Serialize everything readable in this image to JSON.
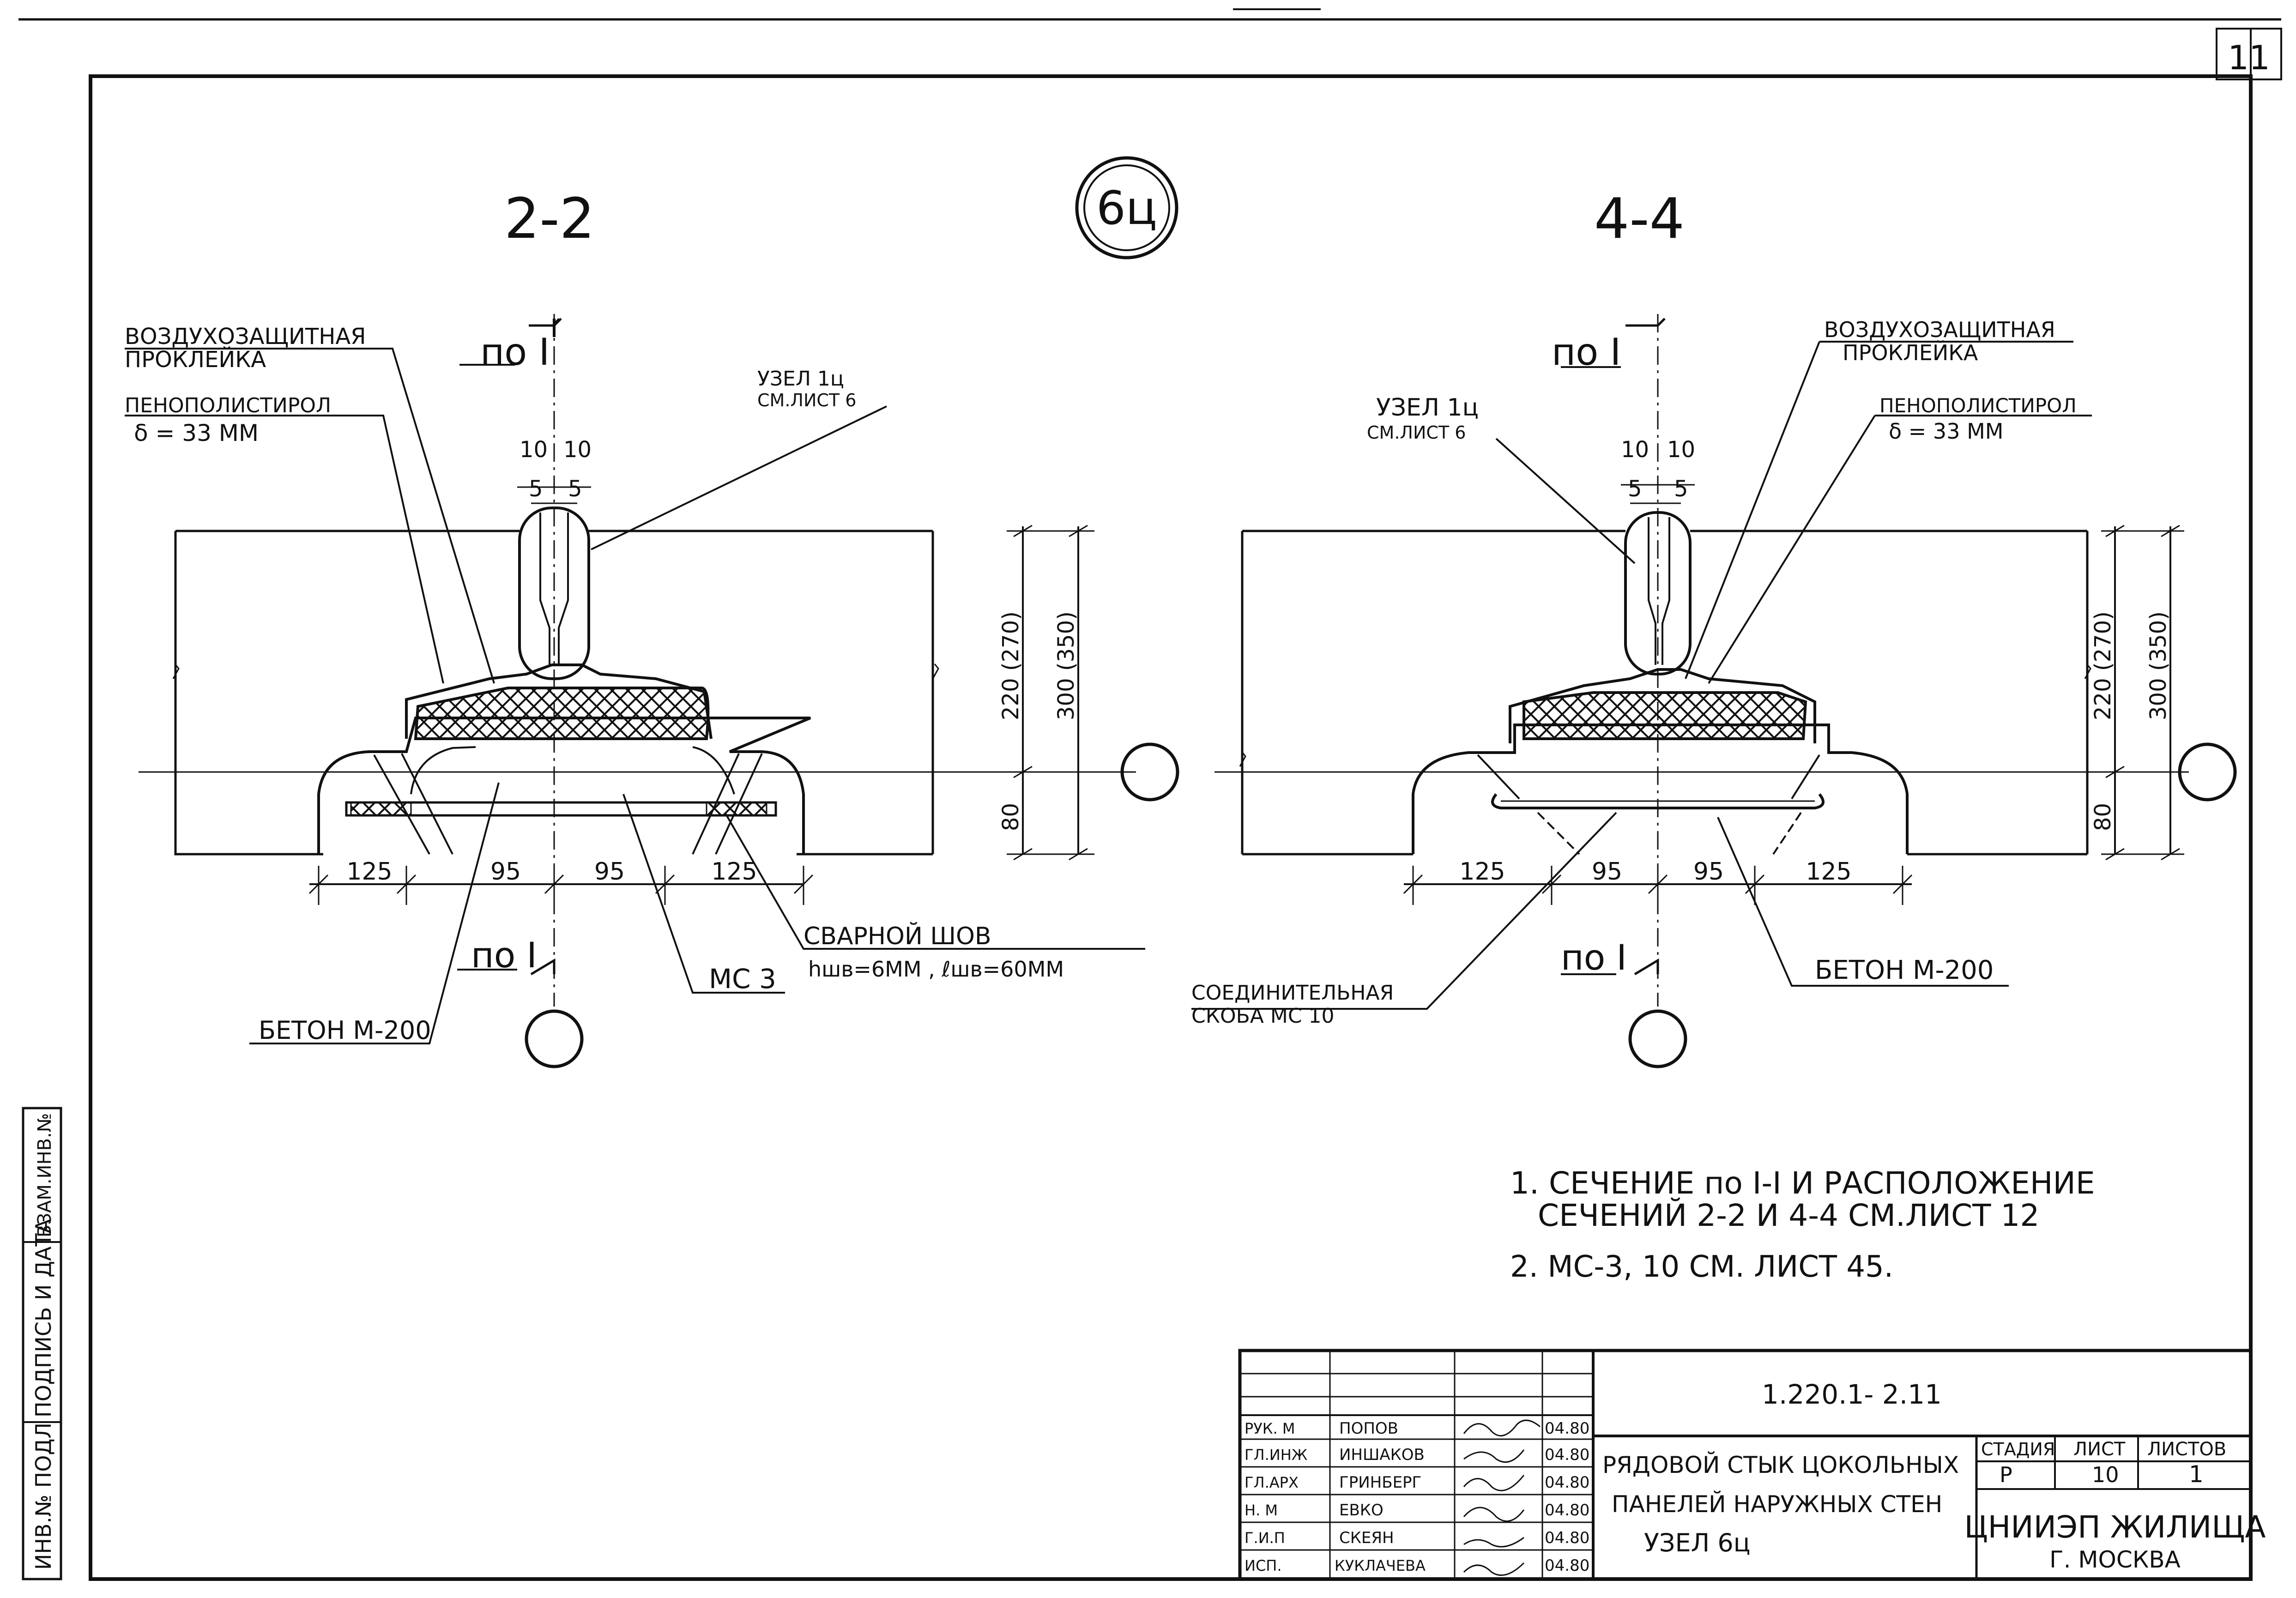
{
  "sheet": {
    "page_number": "11",
    "view_label_left": "2-2",
    "view_label_right": "4-4",
    "node_mark": "6ц",
    "side_stamp": {
      "inv_no": "ИНВ.№ ПОДЛ",
      "sign_date": "ПОДПИСЬ И ДАТА",
      "replace_inv": "ВЗАМ.ИНВ.№"
    }
  },
  "left_view": {
    "cut_top": "по I",
    "cut_bottom": "по I",
    "callout_airproof": [
      "ВОЗДУХОЗАЩИТНАЯ",
      "ПРОКЛЕЙКА"
    ],
    "callout_foam": [
      "ПЕНОПОЛИСТИРОЛ",
      "δ = 33 ММ"
    ],
    "callout_node": [
      "УЗЕЛ 1ц",
      "СМ.ЛИСТ 6"
    ],
    "callout_weld": [
      "СВАРНОЙ ШОВ",
      "hшв=6ММ , ℓшв=60ММ"
    ],
    "callout_ms": "МС 3",
    "callout_concrete": "БЕТОН М-200",
    "dim_top_outer": [
      "10",
      "10"
    ],
    "dim_top_inner": [
      "5",
      "5"
    ],
    "dim_bottom": [
      "125",
      "95",
      "95",
      "125"
    ],
    "dim_vertical": [
      "220 (270)",
      "300 (350)",
      "80"
    ]
  },
  "right_view": {
    "cut_top": "по I",
    "cut_bottom": "по I",
    "callout_airproof": [
      "ВОЗДУХОЗАЩИТНАЯ",
      "ПРОКЛЕЙКА"
    ],
    "callout_foam": [
      "ПЕНОПОЛИСТИРОЛ",
      "δ = 33 ММ"
    ],
    "callout_node": [
      "УЗЕЛ 1ц",
      "СМ.ЛИСТ 6"
    ],
    "callout_bracket": [
      "СОЕДИНИТЕЛЬНАЯ",
      "СКОБА  МС 10"
    ],
    "callout_concrete": "БЕТОН М-200",
    "dim_top_outer": [
      "10",
      "10"
    ],
    "dim_top_inner": [
      "5",
      "5"
    ],
    "dim_bottom": [
      "125",
      "95",
      "95",
      "125"
    ],
    "dim_vertical": [
      "220 (270)",
      "300 (350)",
      "80"
    ]
  },
  "notes": [
    "1. СЕЧЕНИЕ  по I-I  И РАСПОЛОЖЕНИЕ",
    "СЕЧЕНИЙ  2-2  И  4-4  СМ.ЛИСТ 12",
    "2. МС-3, 10  СМ. ЛИСТ 45."
  ],
  "title_block": {
    "doc_code": "1.220.1- 2.11",
    "title": [
      "РЯДОВОЙ  СТЫК  ЦОКОЛЬНЫХ",
      "ПАНЕЛЕЙ  НАРУЖНЫХ  СТЕН",
      "УЗЕЛ  6ц"
    ],
    "stage_header": "СТАДИЯ",
    "sheet_header": "ЛИСТ",
    "sheets_header": "ЛИСТОВ",
    "stage": "Р",
    "sheet": "10",
    "sheets": "1",
    "org": "ЦНИИЭП ЖИЛИЩА",
    "city": "Г. МОСКВА",
    "people": [
      {
        "role": "РУК. М",
        "name": "ПОПОВ",
        "date": "04.80"
      },
      {
        "role": "ГЛ.ИНЖ",
        "name": "ИНШАКОВ",
        "date": "04.80"
      },
      {
        "role": "ГЛ.АРХ",
        "name": "ГРИНБЕРГ",
        "date": "04.80"
      },
      {
        "role": "Н. М",
        "name": "ЕВКО",
        "date": "04.80"
      },
      {
        "role": "Г.И.П",
        "name": "СКЕЯН",
        "date": "04.80"
      },
      {
        "role": "ИСП.",
        "name": "КУКЛАЧЕВА",
        "date": "04.80"
      }
    ]
  }
}
